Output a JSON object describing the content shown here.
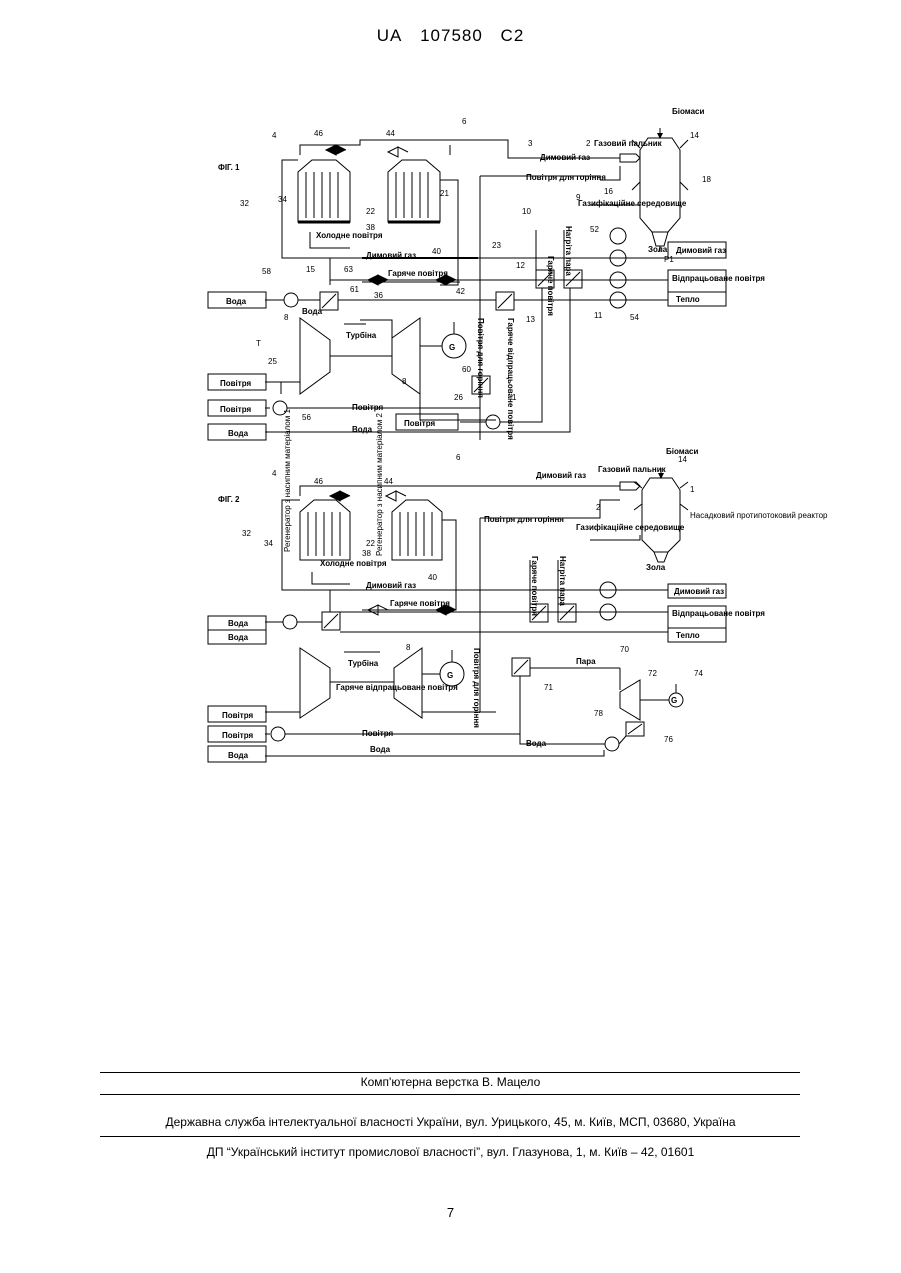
{
  "header": {
    "country": "UA",
    "number": "107580",
    "kind": "C2"
  },
  "fig1": {
    "title": "ФІГ. 1",
    "labels": {
      "biomass": "Біомаси",
      "gas_burner": "Газовий пальник",
      "flue_gas": "Димовий газ",
      "combustion_air": "Повітря для горіння",
      "gasification_medium": "Газифікаційне середовище",
      "cold_air": "Холодне повітря",
      "hot_air": "Гаряче повітря",
      "superheated_steam": "Нагріта пара",
      "ash": "Зола",
      "flue_gas_out": "Димовий газ",
      "exhaust_air": "Відпрацьоване повітря",
      "heat": "Тепло",
      "water_left": "Вода",
      "water_small": "Вода",
      "turbine": "Турбіна",
      "generator": "G",
      "air_for_combustion_v": "Повітря для горіння",
      "hot_exhaust_air_v": "Гаряче відпрацьоване повітря",
      "air_left": "Повітря",
      "air_pump": "Повітря",
      "air_line": "Повітря",
      "water_bottom": "Вода",
      "water_line": "Вода",
      "air_box": "Повітря"
    },
    "numbers": [
      "4",
      "46",
      "44",
      "6",
      "3",
      "2",
      "14",
      "18",
      "16",
      "9",
      "10",
      "52",
      "32",
      "34",
      "22",
      "21",
      "38",
      "40",
      "23",
      "12",
      "58",
      "15",
      "63",
      "36",
      "42",
      "61",
      "11",
      "54",
      "13",
      "8",
      "T",
      "25",
      "60",
      "26",
      "1",
      "56",
      "P1",
      "8"
    ]
  },
  "fig2": {
    "title": "ФІГ. 2",
    "labels": {
      "biomass": "Біомаси",
      "gas_burner": "Газовий пальник",
      "flue_gas": "Димовий газ",
      "combustion_air": "Повітря для горіння",
      "gasification_medium": "Газифікаційне середовище",
      "reactor": "Насадковий протипотоковий реактор",
      "regen1": "Регенератор з насипним матеріалом 1",
      "regen2": "Регенератор з насипним матеріалом 2",
      "cold_air": "Холодне повітря",
      "flue_gas2": "Димовий газ",
      "hot_air": "Гаряче повітря",
      "hot_air_v": "Гаряче повітря",
      "superheated_steam": "Нагріта пара",
      "ash": "Зола",
      "flue_gas_out": "Димовий газ",
      "exhaust_air": "Відпрацьоване повітря",
      "heat": "Тепло",
      "water1": "Вода",
      "water2": "Вода",
      "turbine": "Турбіна",
      "hot_exhaust": "Гаряче відпрацьоване повітря",
      "air_for_combustion_v": "Повітря для горіння",
      "steam": "Пара",
      "air1": "Повітря",
      "air2": "Повітря",
      "air_line": "Повітря",
      "water3": "Вода",
      "water_line": "Вода",
      "water_line2": "Вода",
      "generator": "G"
    },
    "numbers": [
      "4",
      "46",
      "44",
      "6",
      "14",
      "1",
      "2",
      "32",
      "34",
      "22",
      "38",
      "40",
      "8",
      "70",
      "72",
      "74",
      "71",
      "78",
      "76"
    ]
  },
  "footer": {
    "layout": "Комп'ютерна верстка В. Мацело",
    "office": "Державна служба інтелектуальної власності України, вул. Урицького, 45, м. Київ, МСП, 03680, Україна",
    "institute": "ДП “Український інститут промислової власності”, вул. Глазунова, 1, м. Київ – 42, 01601",
    "page": "7"
  }
}
